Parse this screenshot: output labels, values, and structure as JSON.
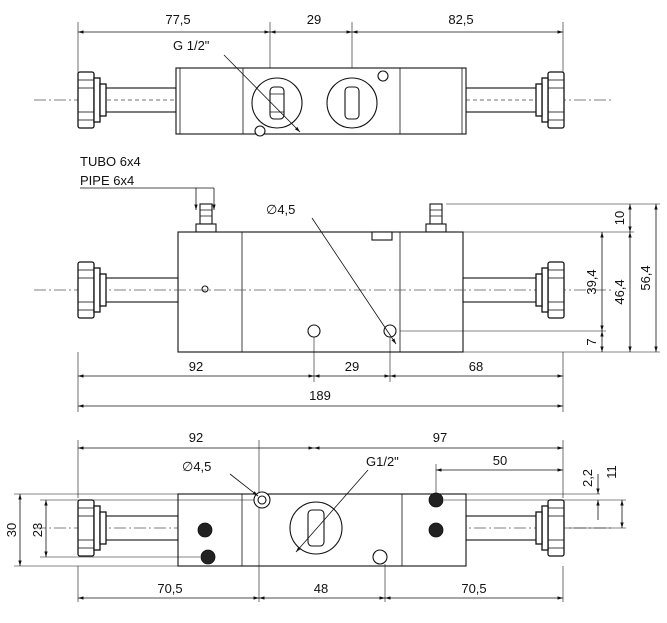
{
  "top_view": {
    "dims": {
      "left": "77,5",
      "center": "29",
      "right": "82,5"
    },
    "port_label": "G 1/2\""
  },
  "middle_view": {
    "pipe_label_es": "TUBO 6x4",
    "pipe_label_en": "PIPE 6x4",
    "hole_label": "∅4,5",
    "bottom_dims": {
      "left": "92",
      "center": "29",
      "right": "68"
    },
    "overall": "189",
    "right_dims": {
      "v10": "10",
      "v39": "39,4",
      "v46": "46,4",
      "v56": "56,4",
      "v7": "7"
    }
  },
  "bottom_view": {
    "top_dims": {
      "left": "92",
      "right": "97",
      "sub": "50"
    },
    "hole_label": "∅4,5",
    "port_label": "G1/2\"",
    "bottom_dims": {
      "left": "70,5",
      "center": "48",
      "right": "70,5"
    },
    "left_dims": {
      "outer": "30",
      "inner": "23"
    },
    "right_dims": {
      "v2": "2,2",
      "v11": "11"
    }
  }
}
